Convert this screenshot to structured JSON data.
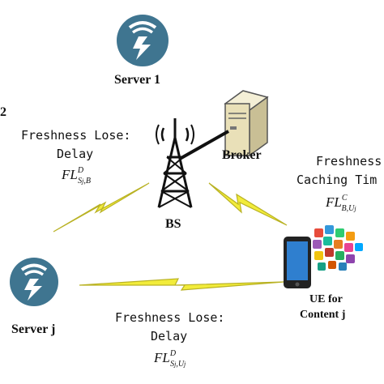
{
  "nodes": {
    "server1": "Server 1",
    "serverj": "Server j",
    "broker": "Broker",
    "bs": "BS",
    "ue_line1": "UE for",
    "ue_line2": "Content j"
  },
  "edge_labels": {
    "left": {
      "line1": "Freshness Lose:",
      "line2": "Delay",
      "sym": "FL",
      "sup": "D",
      "sub": "S",
      "subsub": "j",
      "subtail": ",B"
    },
    "right": {
      "line1": "Freshness",
      "line2": "Caching Tim",
      "sym": "FL",
      "sup": "C",
      "sub": "B,U",
      "subsub": "j"
    },
    "bottom": {
      "line1": "Freshness Lose:",
      "line2": "Delay",
      "sym": "FL",
      "sup": "D",
      "sub": "S",
      "subsub": "j",
      "subtail": ",U",
      "subsub2": "j"
    }
  },
  "partial_left_text": "2",
  "colors": {
    "server_icon": "#3f7590",
    "bolt_fill": "#f2ec3a",
    "bolt_stroke": "#b9b224",
    "tower": "#111111",
    "broker_box": "#e9e0b8"
  }
}
